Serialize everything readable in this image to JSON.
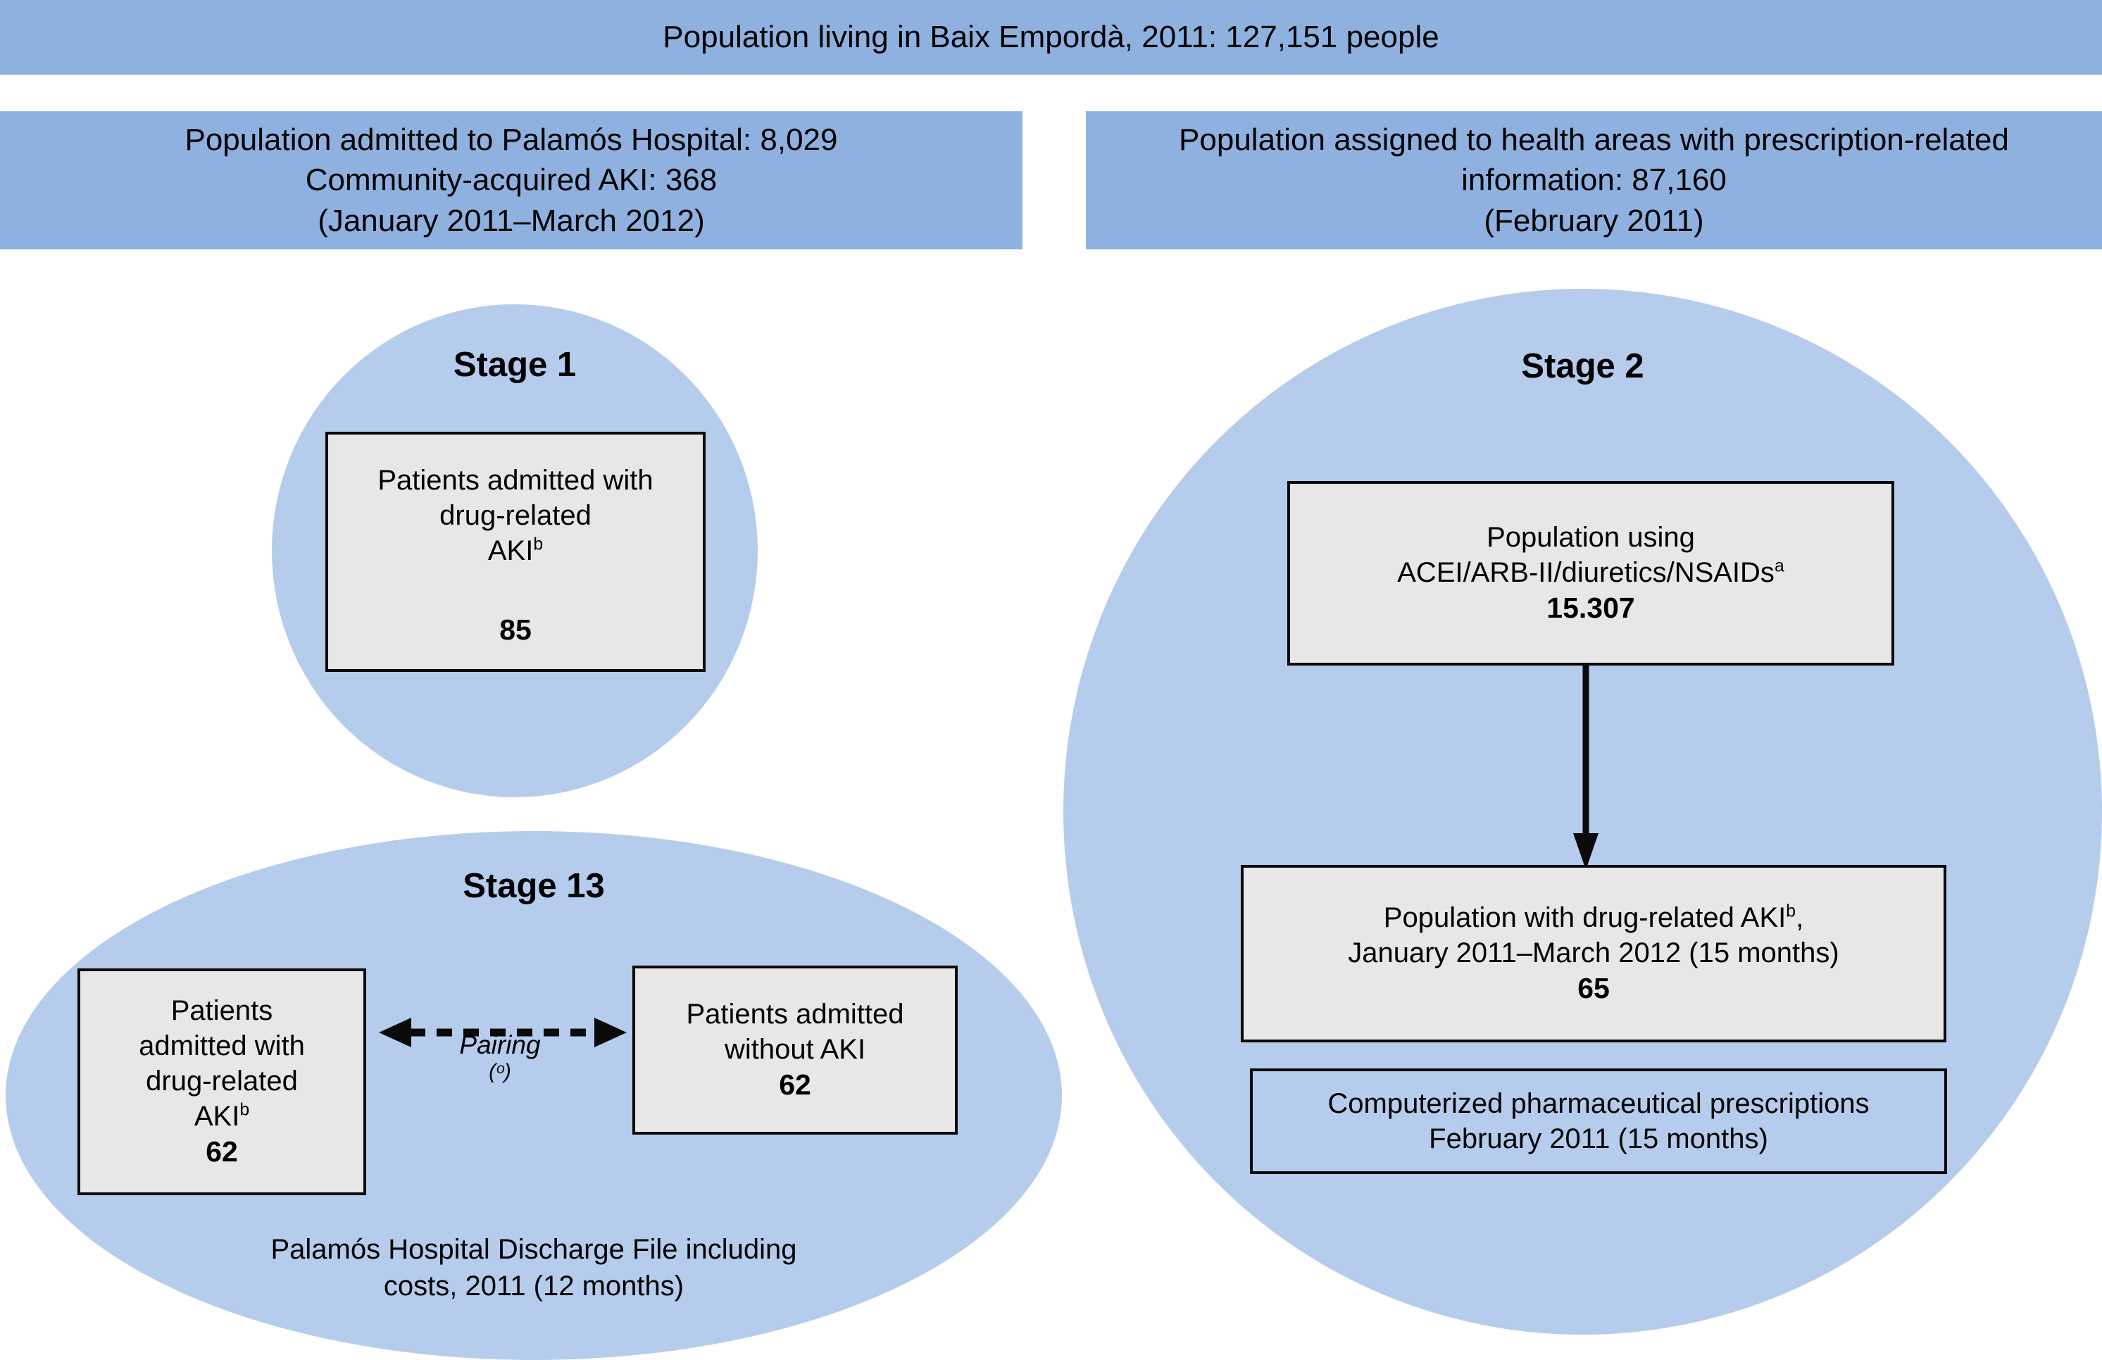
{
  "colors": {
    "bar_blue": "#8FB1DF",
    "circle_blue": "#B5CCEC",
    "box_gray": "#E7E7E7",
    "outline": "#0A0A0A"
  },
  "header": {
    "top_bar": "Population living in Baix Empordà, 2011: 127,151 people",
    "left_bar": {
      "line1": "Population admitted to Palamós Hospital: 8,029",
      "line2": "Community-acquired AKI: 368",
      "line3": "(January 2011–March 2012)"
    },
    "right_bar": {
      "line1": "Population assigned to health areas with prescription-related",
      "line2": "information: 87,160",
      "line3": "(February 2011)"
    }
  },
  "stage1": {
    "title": "Stage 1",
    "box": {
      "line1": "Patients admitted with",
      "line2": "drug-related",
      "line3_text": "AKI",
      "line3_sup": "b",
      "count": "85"
    }
  },
  "stage13": {
    "title": "Stage 13",
    "left_box": {
      "line1": "Patients",
      "line2": "admitted with",
      "line3": "drug-related",
      "line4_text": "AKI",
      "line4_sup": "b",
      "count": "62"
    },
    "right_box": {
      "line1": "Patients admitted",
      "line2": "without AKI",
      "count": "62"
    },
    "pairing_label": "Pairing",
    "pairing_sup": "(ᵒ)",
    "caption_line1": "Palamós Hospital Discharge File including",
    "caption_line2": "costs, 2011 (12 months)"
  },
  "stage2": {
    "title": "Stage 2",
    "top_box": {
      "line1": "Population using",
      "line2_text": "ACEI/ARB-II/diuretics/NSAIDs",
      "line2_sup": "a",
      "count": "15.307"
    },
    "mid_box": {
      "line1_text": "Population with drug-related AKI",
      "line1_sup": "b",
      "line1_tail": ",",
      "line2": "January 2011–March 2012 (15 months)",
      "count": "65"
    },
    "bottom_box": {
      "line1": "Computerized pharmaceutical prescriptions",
      "line2": "February 2011 (15 months)"
    }
  }
}
